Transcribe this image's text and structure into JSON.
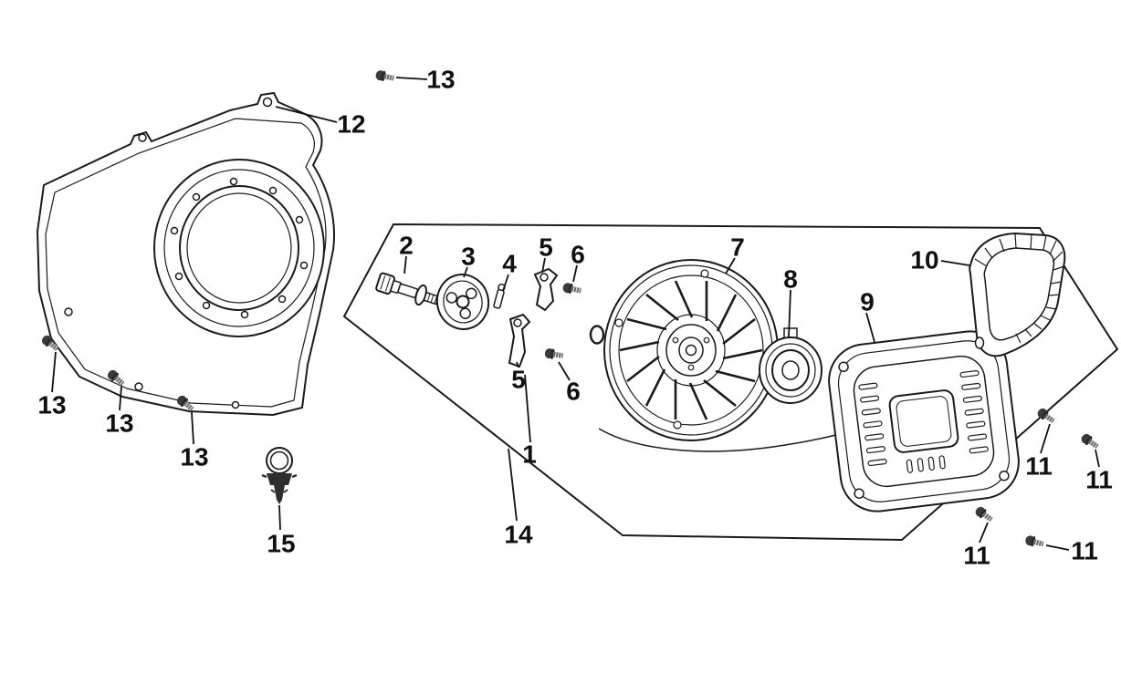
{
  "diagram": {
    "background_color": "#ffffff",
    "line_color": "#1a1a1a",
    "text_color": "#111111",
    "hardware_color": "#3a3a3a",
    "callouts": [
      {
        "label": "13"
      },
      {
        "label": "12"
      },
      {
        "label": "2"
      },
      {
        "label": "3"
      },
      {
        "label": "4"
      },
      {
        "label": "5"
      },
      {
        "label": "6"
      },
      {
        "label": "7"
      },
      {
        "label": "8"
      },
      {
        "label": "9"
      },
      {
        "label": "10"
      },
      {
        "label": "5"
      },
      {
        "label": "6"
      },
      {
        "label": "1"
      },
      {
        "label": "14"
      },
      {
        "label": "15"
      },
      {
        "label": "13"
      },
      {
        "label": "13"
      },
      {
        "label": "13"
      },
      {
        "label": "11"
      },
      {
        "label": "11"
      },
      {
        "label": "11"
      },
      {
        "label": "11"
      }
    ]
  }
}
